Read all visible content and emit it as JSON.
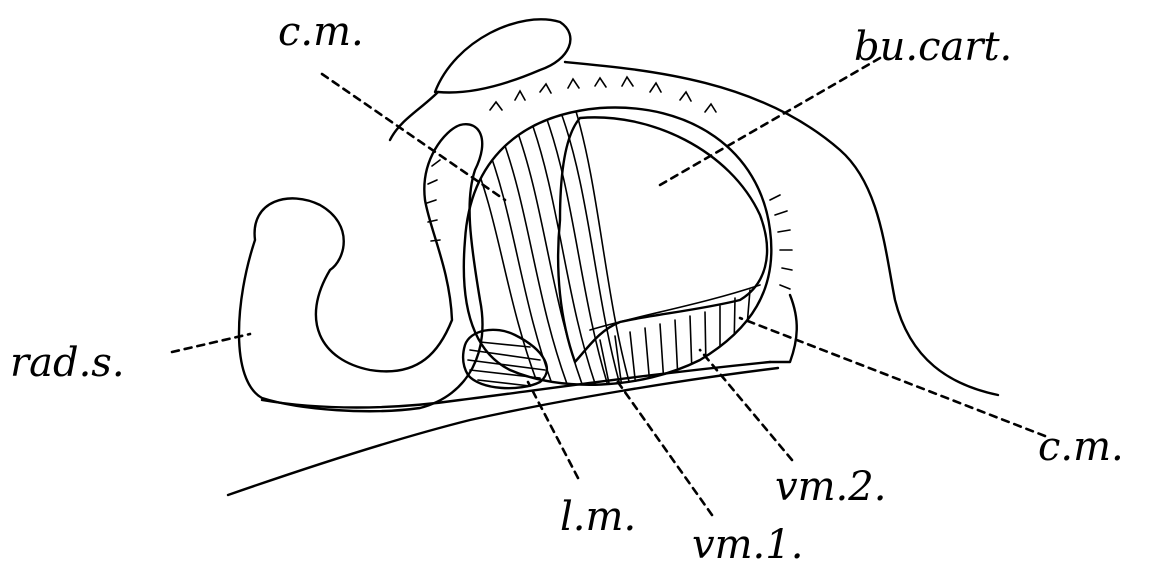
{
  "figure": {
    "labels": {
      "cm_top": "c.m.",
      "bu_cart": "bu.cart.",
      "rad_s": "rad.s.",
      "cm_right": "c.m.",
      "lm": "l.m.",
      "vm1": "vm.1.",
      "vm2": "vm.2."
    }
  }
}
